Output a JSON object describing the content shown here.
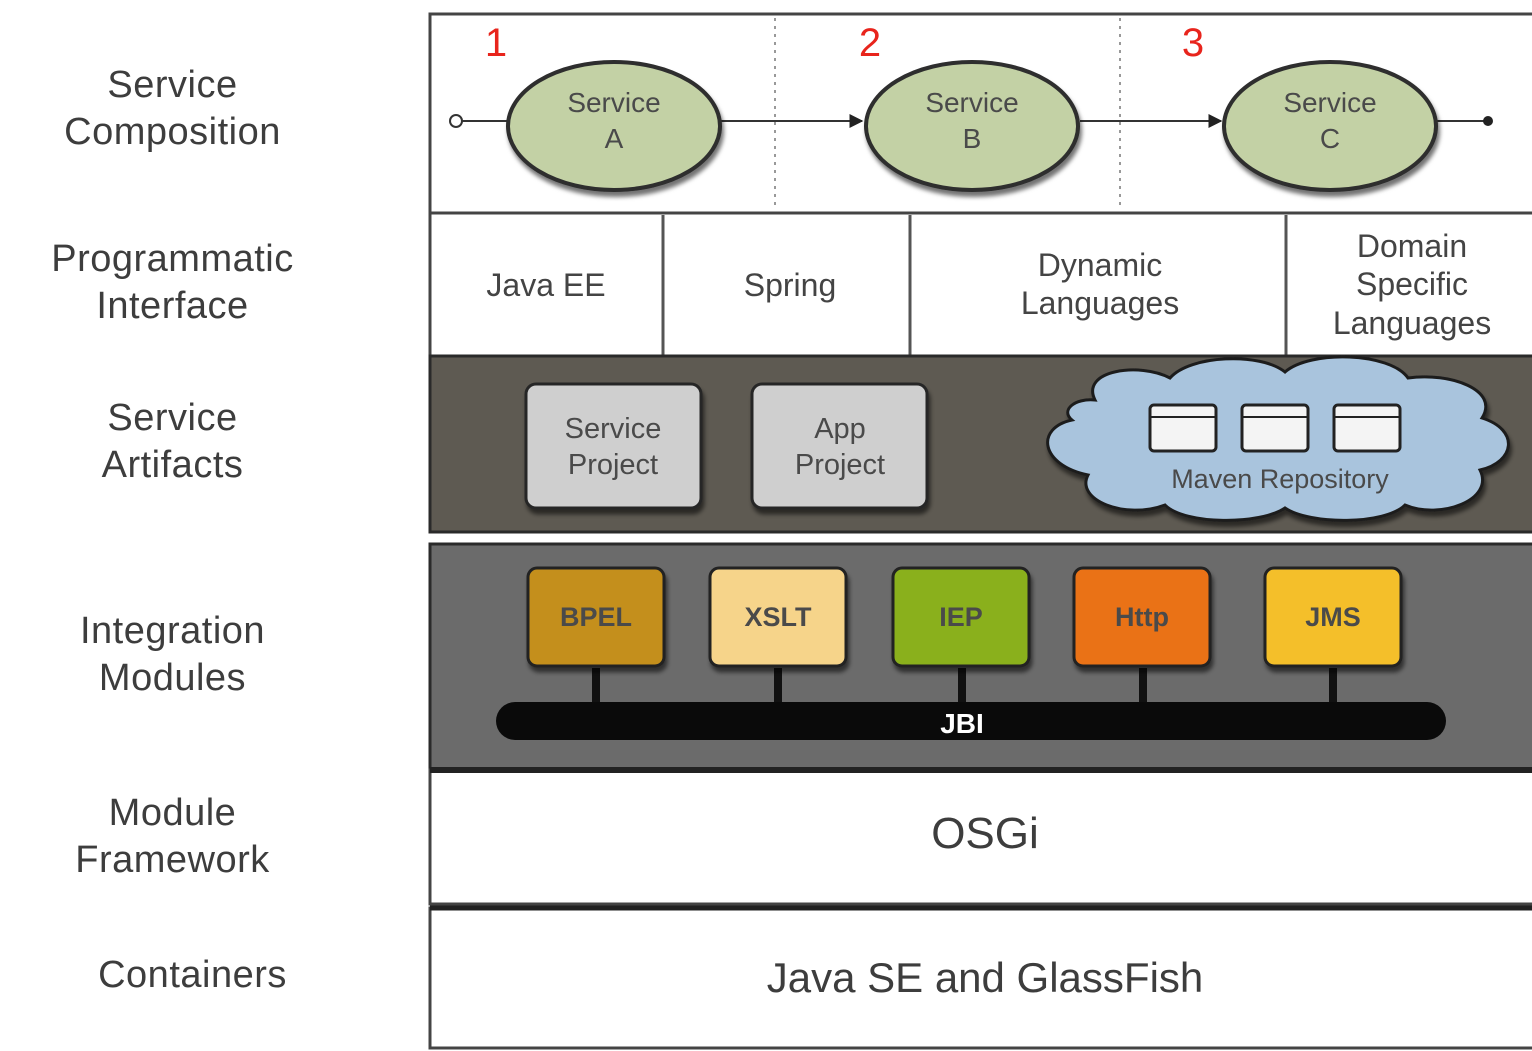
{
  "layers": [
    {
      "id": "composition",
      "label_line1": "Service",
      "label_line2": "Composition"
    },
    {
      "id": "programmatic",
      "label_line1": "Programmatic",
      "label_line2": "Interface"
    },
    {
      "id": "artifacts",
      "label_line1": "Service",
      "label_line2": "Artifacts"
    },
    {
      "id": "integration",
      "label_line1": "Integration",
      "label_line2": "Modules"
    },
    {
      "id": "framework",
      "label_line1": "Module",
      "label_line2": "Framework"
    },
    {
      "id": "containers",
      "label_line1": "Containers",
      "label_line2": ""
    }
  ],
  "composition": {
    "steps": [
      {
        "number": "1",
        "line1": "Service",
        "line2": "A"
      },
      {
        "number": "2",
        "line1": "Service",
        "line2": "B"
      },
      {
        "number": "3",
        "line1": "Service",
        "line2": "C"
      }
    ],
    "step_number_color": "#e8241c",
    "service_fill": "#c3d1a5"
  },
  "programmatic": {
    "cells": [
      {
        "lines": [
          "Java EE"
        ]
      },
      {
        "lines": [
          "Spring"
        ]
      },
      {
        "lines": [
          "Dynamic",
          "Languages"
        ]
      },
      {
        "lines": [
          "Domain",
          "Specific",
          "Languages"
        ]
      }
    ]
  },
  "artifacts": {
    "projects": [
      {
        "line1": "Service",
        "line2": "Project"
      },
      {
        "line1": "App",
        "line2": "Project"
      }
    ],
    "repository_label": "Maven Repository",
    "repository_icons": [
      "database-icon",
      "database-icon",
      "database-icon"
    ],
    "band_color": "#5e5a52",
    "cloud_color": "#a9c4dd"
  },
  "integration": {
    "modules": [
      {
        "label": "BPEL",
        "color": "#c48f1a"
      },
      {
        "label": "XSLT",
        "color": "#f6d48a"
      },
      {
        "label": "IEP",
        "color": "#8ab01e"
      },
      {
        "label": "Http",
        "color": "#ea7218"
      },
      {
        "label": "JMS",
        "color": "#f4bf2a"
      }
    ],
    "bus_label": "JBI",
    "band_color": "#6b6b6b"
  },
  "framework": {
    "label": "OSGi"
  },
  "containers": {
    "label": "Java SE and GlassFish"
  }
}
